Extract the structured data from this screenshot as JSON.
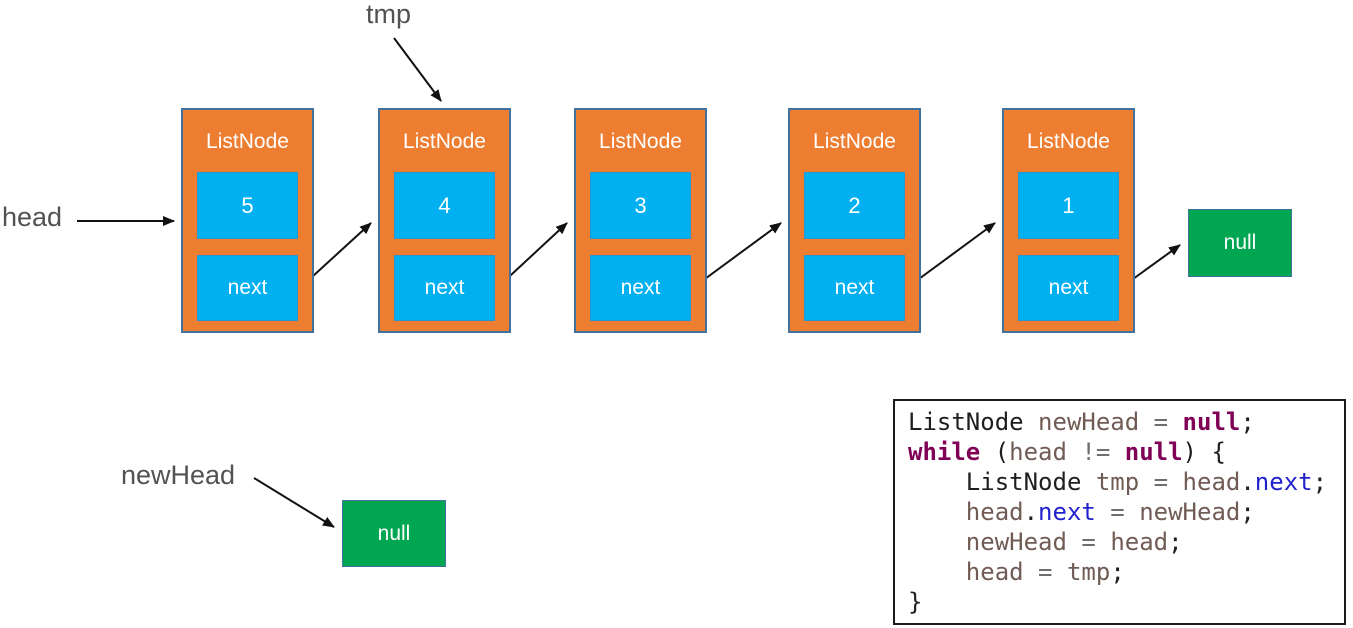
{
  "labels": {
    "tmp": "tmp",
    "head": "head",
    "new_head": "newHead"
  },
  "nodes": [
    {
      "title": "ListNode",
      "value": "5",
      "pointer": "next"
    },
    {
      "title": "ListNode",
      "value": "4",
      "pointer": "next"
    },
    {
      "title": "ListNode",
      "value": "3",
      "pointer": "next"
    },
    {
      "title": "ListNode",
      "value": "2",
      "pointer": "next"
    },
    {
      "title": "ListNode",
      "value": "1",
      "pointer": "next"
    }
  ],
  "null_box_end": "null",
  "null_box_newhead": "null",
  "code": {
    "lines": [
      [
        {
          "t": "ListNode",
          "c": "t"
        },
        {
          "t": " newHead",
          "c": "v"
        },
        {
          "t": " = ",
          "c": "o"
        },
        {
          "t": "null",
          "c": "k"
        },
        {
          "t": ";",
          "c": "p"
        }
      ],
      [
        {
          "t": "while",
          "c": "k"
        },
        {
          "t": " (",
          "c": "p"
        },
        {
          "t": "head",
          "c": "v"
        },
        {
          "t": " != ",
          "c": "o"
        },
        {
          "t": "null",
          "c": "k"
        },
        {
          "t": ") {",
          "c": "p"
        }
      ],
      [
        {
          "t": "    ",
          "c": "p"
        },
        {
          "t": "ListNode",
          "c": "t"
        },
        {
          "t": " tmp",
          "c": "v"
        },
        {
          "t": " = ",
          "c": "o"
        },
        {
          "t": "head",
          "c": "v"
        },
        {
          "t": ".",
          "c": "p"
        },
        {
          "t": "next",
          "c": "f"
        },
        {
          "t": ";",
          "c": "p"
        }
      ],
      [
        {
          "t": "    ",
          "c": "p"
        },
        {
          "t": "head",
          "c": "v"
        },
        {
          "t": ".",
          "c": "p"
        },
        {
          "t": "next",
          "c": "f"
        },
        {
          "t": " = ",
          "c": "o"
        },
        {
          "t": "newHead",
          "c": "v"
        },
        {
          "t": ";",
          "c": "p"
        }
      ],
      [
        {
          "t": "    ",
          "c": "p"
        },
        {
          "t": "newHead",
          "c": "v"
        },
        {
          "t": " = ",
          "c": "o"
        },
        {
          "t": "head",
          "c": "v"
        },
        {
          "t": ";",
          "c": "p"
        }
      ],
      [
        {
          "t": "    ",
          "c": "p"
        },
        {
          "t": "head",
          "c": "v"
        },
        {
          "t": " = ",
          "c": "o"
        },
        {
          "t": "tmp",
          "c": "v"
        },
        {
          "t": ";",
          "c": "p"
        }
      ],
      [
        {
          "t": "}",
          "c": "p"
        }
      ]
    ]
  },
  "colors": {
    "node_fill": "#ED7D31",
    "node_border": "#41719C",
    "field_fill": "#00B0F0",
    "field_border": "#2796CE",
    "null_fill": "#00A651",
    "null_border": "#41719C",
    "label_text": "#525252",
    "code_keyword": "#7F0055",
    "code_type": "#1E1E1E",
    "code_variable": "#715C55",
    "code_operator": "#6E6E6E",
    "code_field": "#2222CC",
    "code_punct": "#1E1E1E"
  }
}
